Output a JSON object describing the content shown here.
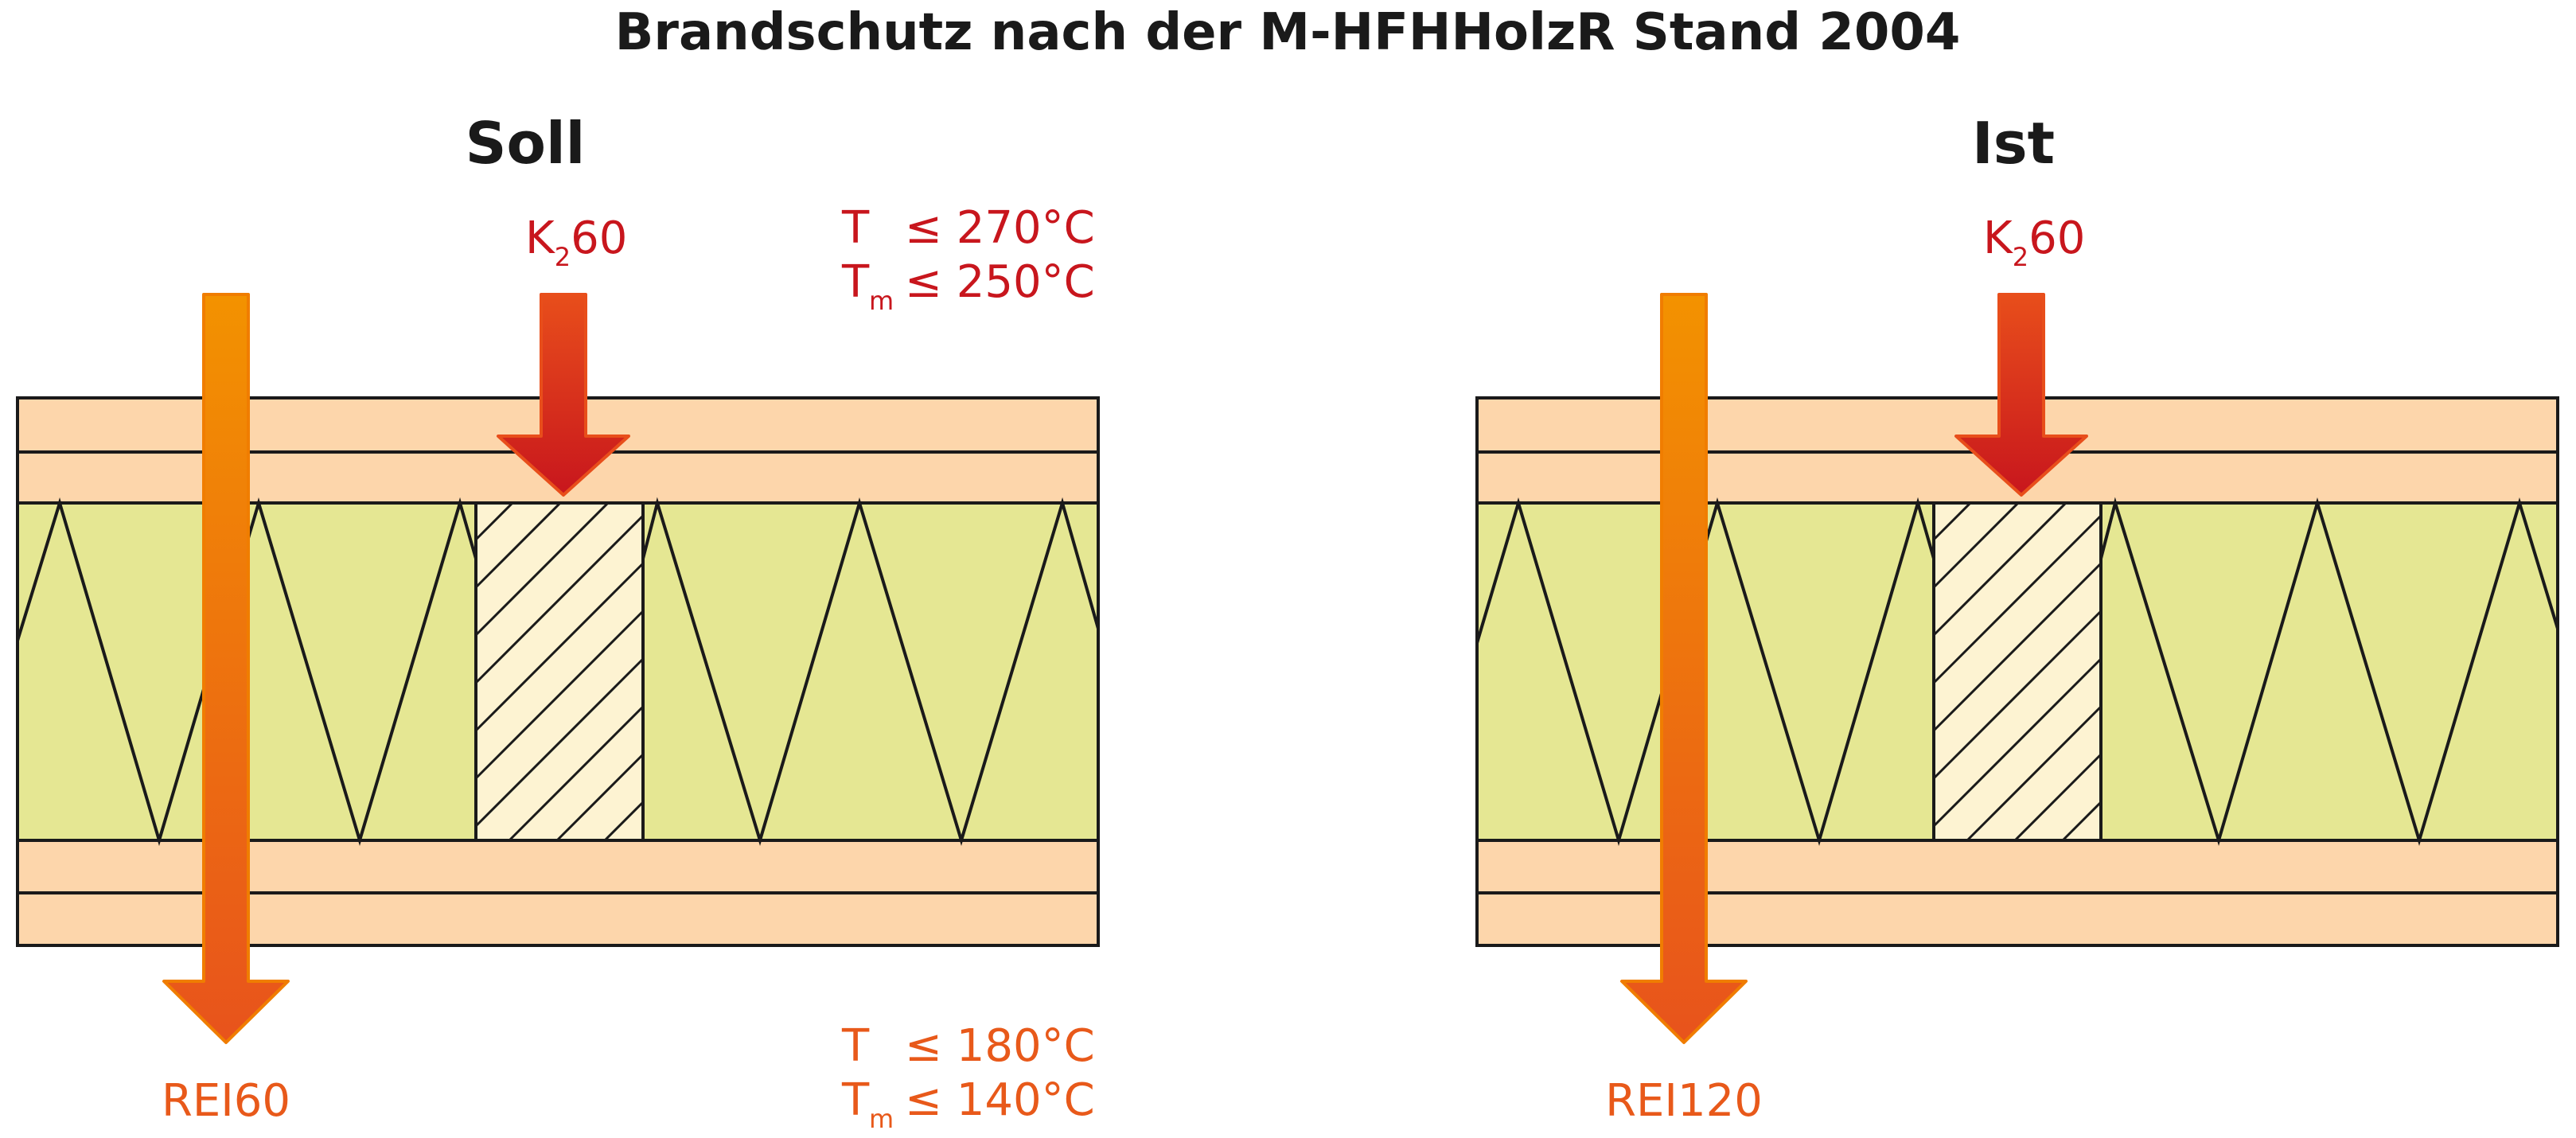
{
  "title": "Brandschutz nach der M-HFHHolzR Stand 2004",
  "colors": {
    "board": "#fdd6ab",
    "insulation": "#e5e793",
    "stud": "#fdf3d2",
    "outline": "#1a1a1a",
    "red_text": "#c8161d",
    "orange_text": "#e8591a"
  },
  "panels": [
    {
      "heading": "Soll",
      "k_arrow": {
        "label_main": "K",
        "label_sub": "2",
        "label_value": "60"
      },
      "rei_arrow": {
        "label": "REI60"
      },
      "top_requirements": [
        {
          "symbol": "T",
          "subscript": "",
          "value": "≤ 270°C"
        },
        {
          "symbol": "T",
          "subscript": "m",
          "value": "≤ 250°C"
        }
      ],
      "bottom_requirements": [
        {
          "symbol": "T",
          "subscript": "",
          "value": "≤ 180°C"
        },
        {
          "symbol": "T",
          "subscript": "m",
          "value": "≤ 140°C"
        }
      ]
    },
    {
      "heading": "Ist",
      "k_arrow": {
        "label_main": "K",
        "label_sub": "2",
        "label_value": "60"
      },
      "rei_arrow": {
        "label": "REI120"
      },
      "top_requirements": [],
      "bottom_requirements": []
    }
  ]
}
